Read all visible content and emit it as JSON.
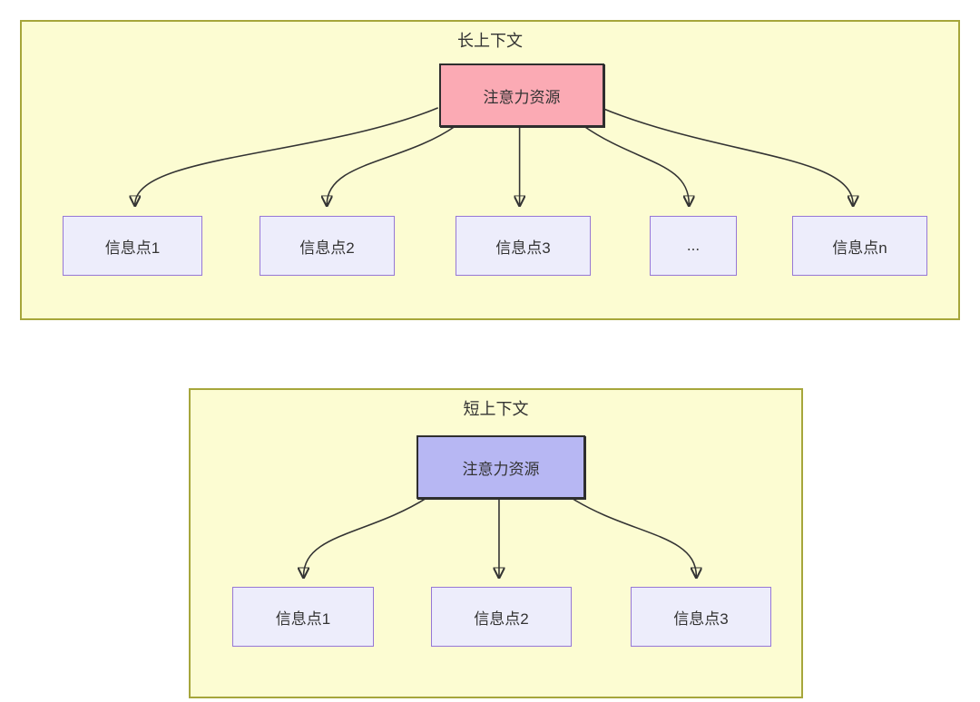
{
  "diagram": {
    "type": "flowchart",
    "description": "attention resources distributed over information points",
    "sections": [
      {
        "title": "长上下文",
        "root": {
          "label": "注意力资源"
        },
        "children": [
          {
            "label": "信息点1"
          },
          {
            "label": "信息点2"
          },
          {
            "label": "信息点3"
          },
          {
            "label": "..."
          },
          {
            "label": "信息点n"
          }
        ]
      },
      {
        "title": "短上下文",
        "root": {
          "label": "注意力资源"
        },
        "children": [
          {
            "label": "信息点1"
          },
          {
            "label": "信息点2"
          },
          {
            "label": "信息点3"
          }
        ]
      }
    ]
  },
  "colors": {
    "container_fill": "#fcfcd2",
    "container_border": "#a6a63b",
    "long_root_fill": "#fbaab4",
    "short_root_fill": "#b7b7f3",
    "info_fill": "#ededfb",
    "info_border": "#9677d6",
    "node_border": "#2e2e2e",
    "arrow": "#333333",
    "text": "#333333"
  }
}
